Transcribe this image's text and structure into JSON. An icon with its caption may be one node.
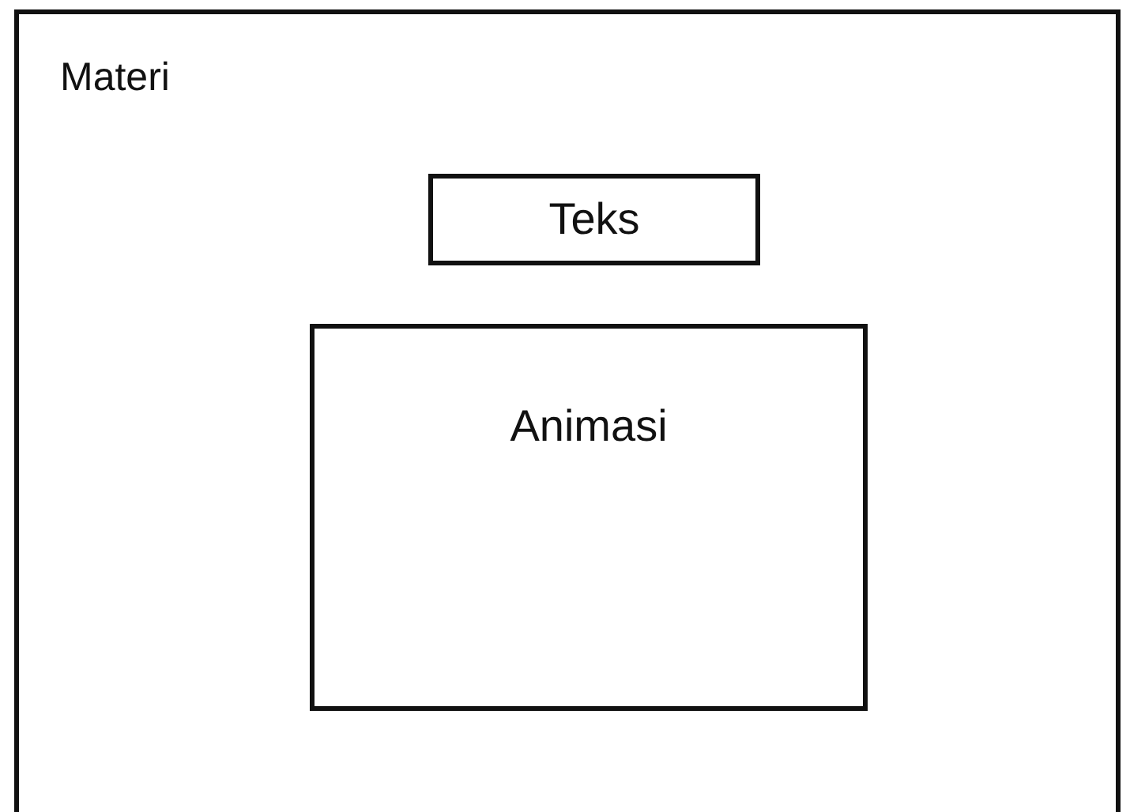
{
  "diagram": {
    "nodes": [
      {
        "text": [
          "Materi"
        ]
      },
      {
        "text": [
          "Teks"
        ],
        "in": 0
      },
      {
        "text": [
          "Animasi"
        ],
        "in": 0
      }
    ]
  }
}
